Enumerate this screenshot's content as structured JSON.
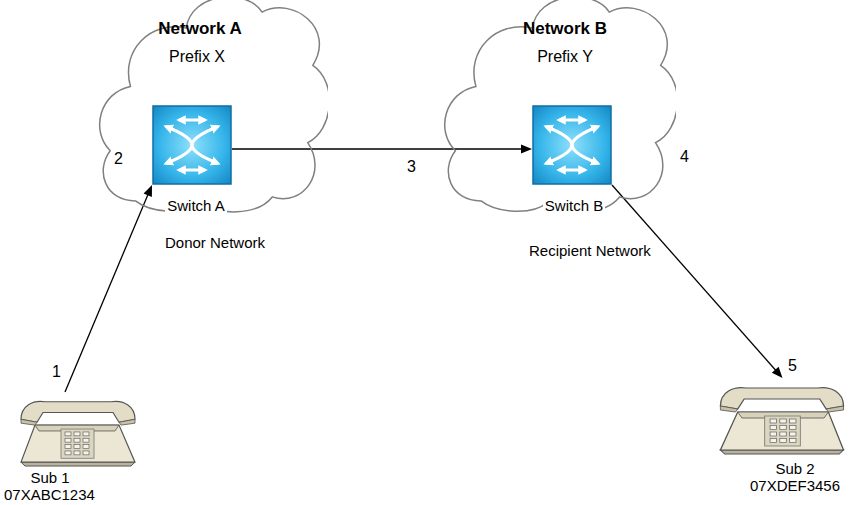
{
  "diagram": {
    "nodes": [
      {
        "text": [
          "Network A",
          "Prefix X"
        ]
      },
      {
        "text": [
          "Switch A",
          "Donor Network"
        ],
        "in": 0
      },
      {
        "text": [
          "Network B",
          "Prefix Y"
        ]
      },
      {
        "text": [
          "Switch B",
          "Recipient Network"
        ],
        "in": 2
      },
      {
        "text": [
          "Sub 1",
          "07XABC1234"
        ]
      },
      {
        "text": [
          "Sub 2",
          "07XDEF3456"
        ]
      }
    ],
    "edges": [
      {
        "from": 4,
        "to": 1,
        "arrow": "to"
      },
      {
        "from": 1,
        "to": 3,
        "arrow": "to"
      },
      {
        "from": 3,
        "to": 5,
        "arrow": "to"
      }
    ],
    "labels": [
      "1",
      "2",
      "3",
      "4",
      "5"
    ]
  }
}
